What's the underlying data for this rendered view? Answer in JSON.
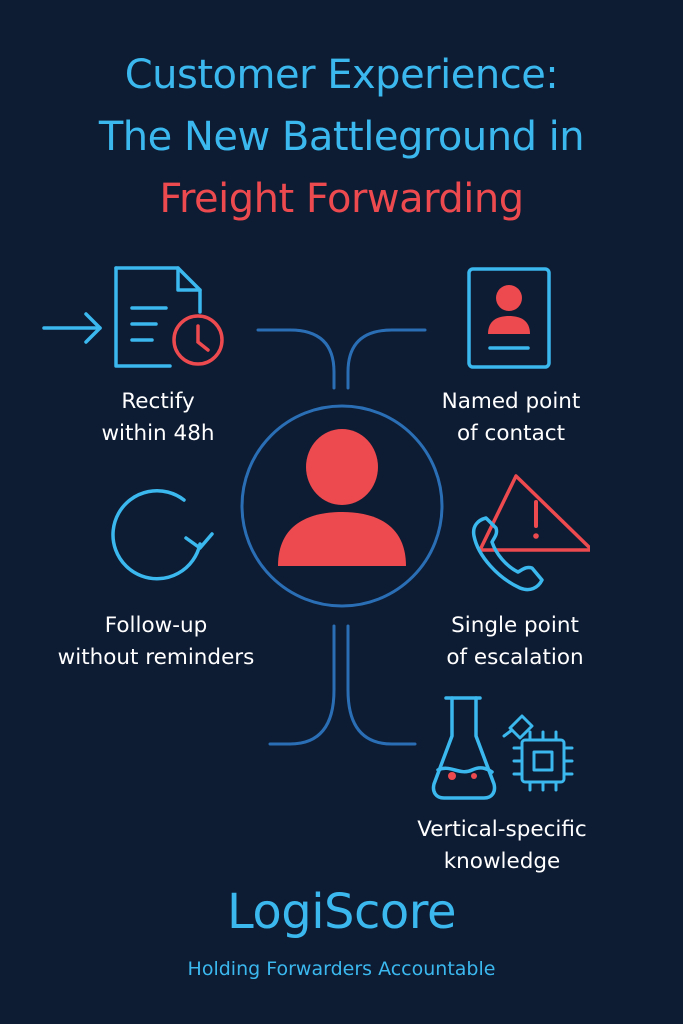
{
  "title": {
    "line1": "Customer Experience:",
    "line2": "The New Battleground in",
    "line3": "Freight Forwarding"
  },
  "items": [
    {
      "line1": "Rectify",
      "line2": "within 48h",
      "icon": "document-clock-icon"
    },
    {
      "line1": "Named point",
      "line2": "of contact",
      "icon": "contact-card-icon"
    },
    {
      "line1": "Follow-up",
      "line2": "without reminders",
      "icon": "refresh-cycle-icon"
    },
    {
      "line1": "Single point",
      "line2": "of escalation",
      "icon": "phone-warning-icon"
    },
    {
      "line1": "Vertical-specific",
      "line2": "knowledge",
      "icon": "flask-chip-icon"
    }
  ],
  "center_icon": "person-icon",
  "brand": {
    "name": "LogiScore",
    "tagline": "Holding Forwarders Accountable"
  },
  "colors": {
    "background": "#0d1b33",
    "blue": "#3bb8ee",
    "red": "#ec4a4e",
    "white": "#ffffff",
    "connector": "#2a6fb5"
  }
}
